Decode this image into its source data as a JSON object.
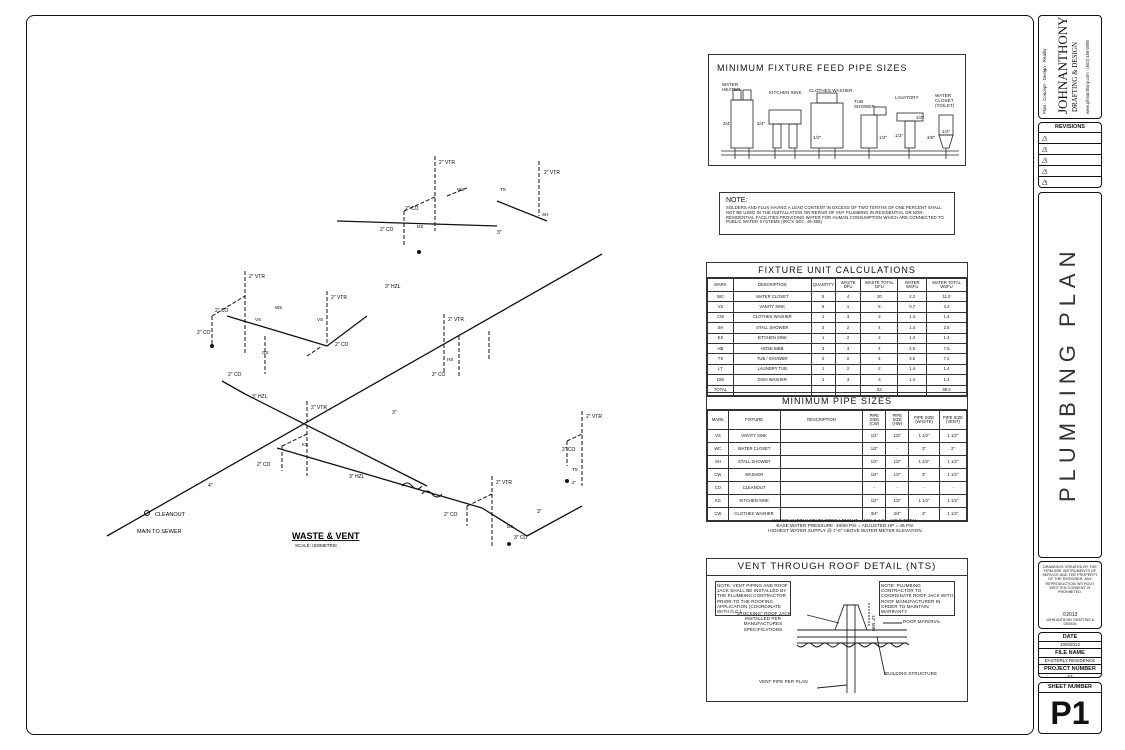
{
  "iso": {
    "title": "WASTE & VENT",
    "scale": "SCALE: ISOMETRIC",
    "cleanout": "CLEANOUT",
    "main_to_sewer": "MAIN TO SEWER",
    "vtr": "2\" VTR",
    "co_2": "2\" CO",
    "co_3": "3\" CO",
    "hzl_3": "3\" HZL",
    "pipe_2": "2\"",
    "pipe_3": "3\"",
    "pipe_4": "4\"",
    "fixture_ws": "WS",
    "fixture_vs": "VS",
    "fixture_ts": "TS",
    "fixture_sh": "SH",
    "fixture_ks": "KS",
    "fixture_gs": "GS",
    "fixture_ds": "DS",
    "fixture_hs": "HS"
  },
  "feed": {
    "title": "MINIMUM FIXTURE FEED PIPE SIZES",
    "labels": [
      "WATER HEATER",
      "KITCHEN SINK",
      "CLOTHES WASHER",
      "TUB SHOWER",
      "LAVATORY",
      "WATER CLOSET (TOILET)"
    ],
    "size_34": "3/4\"",
    "size_12": "1/2\"",
    "size_38": "3/8\""
  },
  "note": {
    "title": "NOTE:",
    "text": "SOLDERS AND FLUX HAVING A LEAD CONTENT IN EXCESS OF TWO TENTHS OF ONE PERCENT SHALL NOT BE USED IN THE INSTALLATION OR REPAIR OF ANY PLUMBING IN RESIDENTIAL OR NON-RESIDENTIAL FACILITIES PROVIDING WATER FOR HUMAN CONSUMPTION WHICH ARE CONNECTED TO PUBLIC WATER SYSTEMS (IRC'S SEC. 49-355)"
  },
  "fixture_units": {
    "title": "FIXTURE UNIT CALCULATIONS",
    "headers": [
      "MARK",
      "DESCRIPTION",
      "QUANTITY",
      "WASTE DFU",
      "WASTE TOTAL DFU",
      "WATER WSFU",
      "WATER TOTAL WSFU"
    ],
    "rows": [
      [
        "WC",
        "WATER CLOSET",
        "5",
        "4",
        "20",
        "2.2",
        "11.0"
      ],
      [
        "VS",
        "VANITY SINK",
        "6",
        "1",
        "6",
        "0.7",
        "4.2"
      ],
      [
        "CW",
        "CLOTHES WASHER",
        "1",
        "3",
        "3",
        "1.4",
        "1.4"
      ],
      [
        "SH",
        "STALL SHOWER",
        "2",
        "2",
        "4",
        "1.4",
        "2.8"
      ],
      [
        "KS",
        "KITCHEN SINK",
        "1",
        "2",
        "2",
        "1.4",
        "1.4"
      ],
      [
        "HB",
        "HOSE BIBB",
        "3",
        "3",
        "4",
        "2.5",
        "7.5"
      ],
      [
        "TS",
        "TUB / SHOWER",
        "2",
        "2",
        "4",
        "3.6",
        "7.2"
      ],
      [
        "LT",
        "LAUNDRY TUB",
        "1",
        "2",
        "2",
        "1.4",
        "1.4"
      ],
      [
        "DW",
        "DISH WASHER",
        "1",
        "3",
        "3",
        "1.4",
        "1.4"
      ],
      [
        "TOTAL",
        "",
        "",
        "",
        "53",
        "",
        "38.3"
      ]
    ]
  },
  "min_pipe": {
    "title": "MINIMUM PIPE SIZES",
    "headers": [
      "MARK",
      "FIXTURE",
      "DESCRIPTION",
      "PIPE SIZE (CW)",
      "PIPE SIZE (HW)",
      "PIPE SIZE (WASTE)",
      "PIPE SIZE (VENT)"
    ],
    "rows": [
      [
        "VS",
        "VANITY SINK",
        "",
        "1/2\"",
        "1/2\"",
        "1 1/2\"",
        "1 1/2\""
      ],
      [
        "WC",
        "WATER CLOSET",
        "",
        "1/2\"",
        "-",
        "3\"",
        "2\""
      ],
      [
        "SH",
        "STALL SHOWER",
        "",
        "1/2\"",
        "1/2\"",
        "1 1/2\"",
        "1 1/2\""
      ],
      [
        "CW",
        "WASHER",
        "",
        "1/2\"",
        "1/2\"",
        "3\"",
        "1 1/2\""
      ],
      [
        "CO",
        "CLEANOUT",
        "",
        "-",
        "-",
        "-",
        "-"
      ],
      [
        "KS",
        "KITCHEN SINK",
        "",
        "1/2\"",
        "1/2\"",
        "1 1/2\"",
        "1 1/2\""
      ],
      [
        "CW",
        "CLOTHES WASHER",
        "",
        "3/4\"",
        "3/4\"",
        "3\"",
        "1 1/2\""
      ]
    ],
    "notes": [
      "WATER SUPPLY DEVELOPED LENGHT = 125' X 1.2 = 128 ft TOTAL",
      "BASE WATER PRESSURE: 40/60 PSI = ADJUSTED HP = 45 PSI",
      "HIGHEST WATER SUPPLY @ 7'-6\" ABOVE WATER METER ELEVATION"
    ]
  },
  "vent_detail": {
    "title": "VENT THROUGH ROOF DETAIL (NTS)",
    "note_left": "NOTE: VENT PIPING AND ROOF JACK SHALL BE INSTALLED BY THE PLUMBING CONTRACTOR PRIOR TO THE ROOFING APPLICATION (COORDINATE WITH G.C.)",
    "note_right": "NOTE: PLUMBING CONTRACTOR TO COORDINATE ROOF JACK WITH ROOF MANUFACTURER IN ORDER TO MAINTAIN WARRANTY",
    "jack": "\"STOCKING\" ROOF JACK INSTALLED PER MANUFACTURES SPECIFICATIONS",
    "roof_material": "ROOF MATERIAL",
    "structure": "BUILDING STRUCTURE",
    "vent_pipe": "VENT PIPE PER PLAN",
    "height": "12\" MIN"
  },
  "title_block": {
    "logo_main": "JOHNANTHONY",
    "logo_sub": "DRAFTING & DESIGN",
    "logo_tagline": "Plan · Concept · Design · Reality",
    "logo_contact": "www.johnanthony.com · (602) 456-0090",
    "revisions_label": "REVISIONS",
    "revision_marks": [
      "1",
      "2",
      "3",
      "4",
      "5"
    ],
    "sheet_title": "PLUMBING PLAN",
    "copyright_note": "DRAWINGS CREATED BY THE FIRM ARE INSTRUMENTS OF SERVICE AND THE PROPERTY OF THE DESIGNER. ANY REPRODUCTION WITHOUT WRITTEN CONSENT IS PROHIBITED.",
    "copyright_year": "©2013",
    "copyright_owner": "JOHN ANTHONY DRAFTING & DESIGN",
    "date_label": "DATE",
    "date_value": "10/8/2012",
    "file_label": "FILE NAME",
    "file_value": "EASTERLY RESIDENCE",
    "project_label": "PROJECT NUMBER",
    "project_value": "53",
    "sheet_number_label": "SHEET NUMBER",
    "sheet_number": "P1"
  }
}
